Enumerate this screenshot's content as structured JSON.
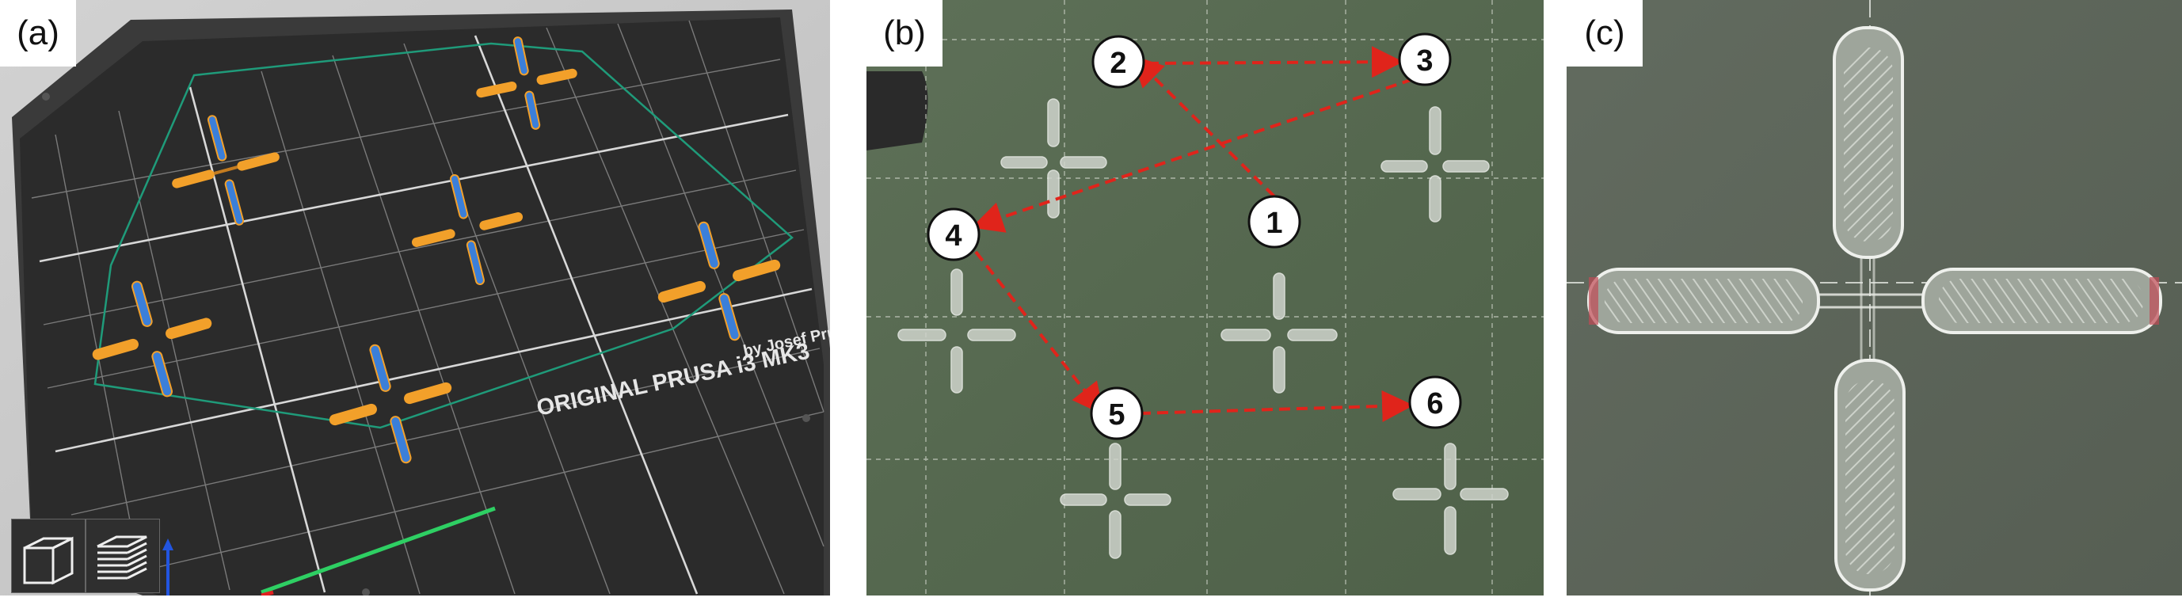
{
  "panels": [
    {
      "label": "(a)",
      "bed_text_line1": "ORIGINAL PRUSA i3 MK3",
      "bed_text_line2": "by Josef Prusa",
      "icons": [
        "iso-view-cube-icon",
        "layers-view-icon"
      ],
      "colors": {
        "bed": "#2b2b2b",
        "grid": "#8a8a8a",
        "part_outline": "#f2a02a",
        "part_fill": "#3b7fd9",
        "hull": "#1f9b7a"
      }
    },
    {
      "label": "(b)",
      "steps": [
        "1",
        "2",
        "3",
        "4",
        "5",
        "6"
      ],
      "colors": {
        "arrow": "#e0241b",
        "plate": "#566a52"
      }
    },
    {
      "label": "(c)",
      "colors": {
        "plate": "#5c6559"
      }
    }
  ]
}
